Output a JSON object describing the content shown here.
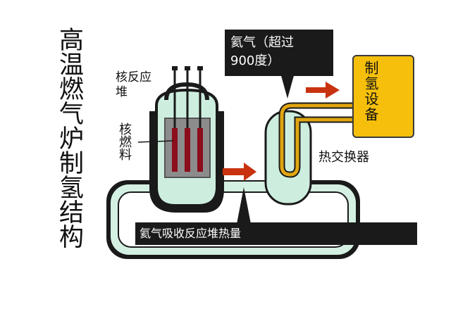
{
  "title": "高温燃气炉制氢结构",
  "labels": {
    "reactor": "核反应\n堆",
    "fuel": "核燃料",
    "helium_temp_line1": "氦气（超过",
    "helium_temp_line2": "900度）",
    "hydrogen_equipment": "制氢设备",
    "heat_exchanger": "热交换器",
    "helium_absorbs": "氦气吸收反应堆热量"
  },
  "colors": {
    "coolant_fill": "#cdeede",
    "loop_fill": "#d4f0e2",
    "outline": "#1a1a1a",
    "fuel_rod": "#8c0d1c",
    "arrow": "#c8320f",
    "hydrogen_box": "#f5bf0c",
    "pipe": "#e0a511",
    "core_gray": "#8c8c8c"
  }
}
